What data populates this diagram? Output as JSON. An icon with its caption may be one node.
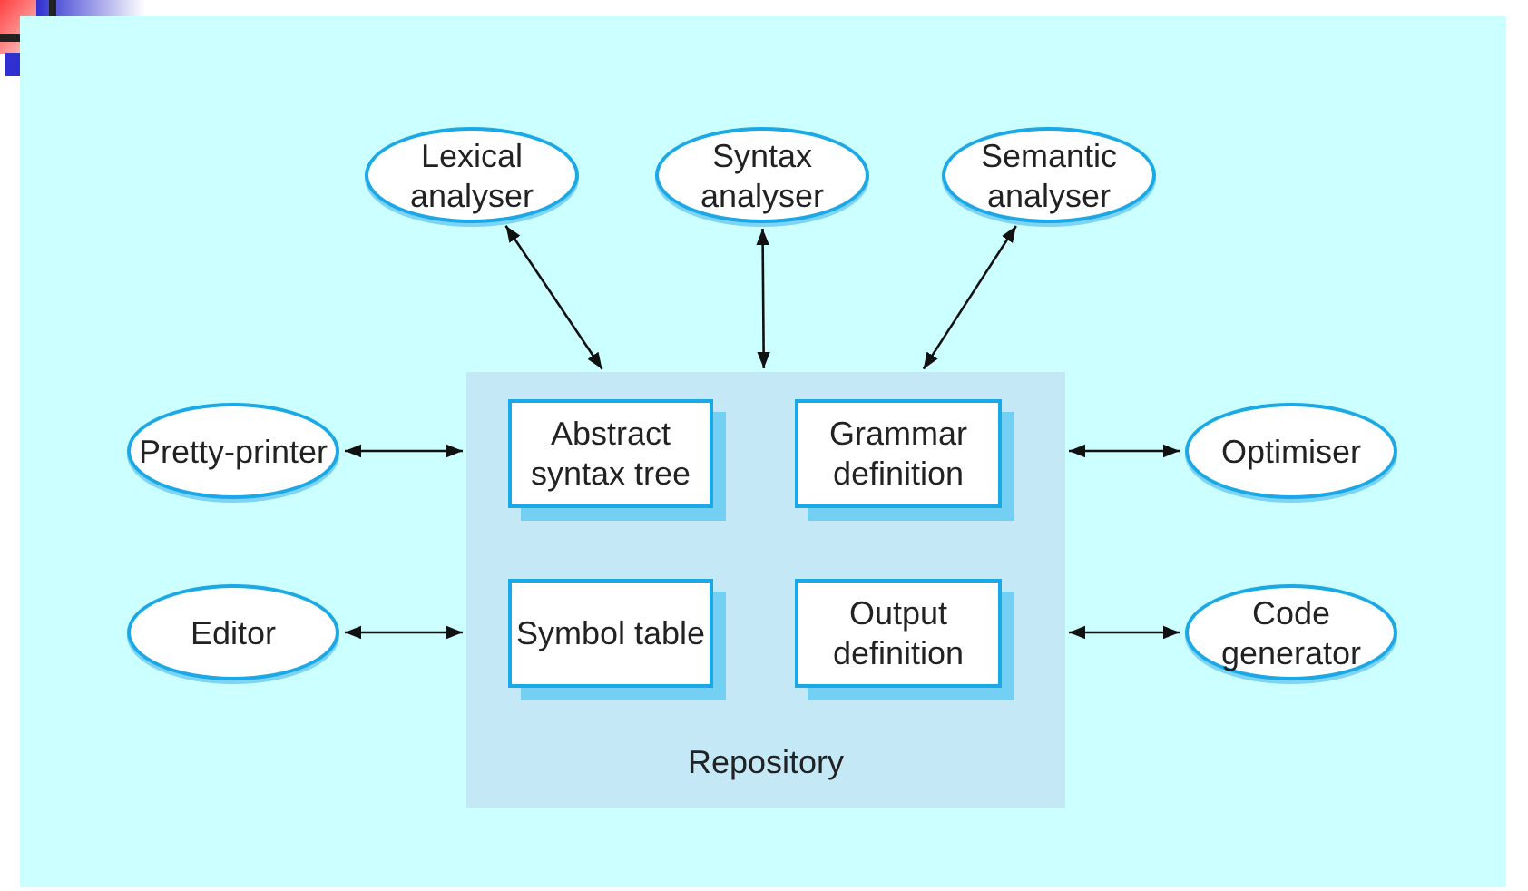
{
  "diagram": {
    "nodes": [
      {
        "text": [
          "Lexical analyser"
        ]
      },
      {
        "text": [
          "Syntax analyser"
        ]
      },
      {
        "text": [
          "Semantic analyser"
        ]
      },
      {
        "text": [
          "Repository"
        ]
      },
      {
        "text": [
          "Abstract syntax tree"
        ],
        "in": 3
      },
      {
        "text": [
          "Grammar definition"
        ],
        "in": 3
      },
      {
        "text": [
          "Symbol table"
        ],
        "in": 3
      },
      {
        "text": [
          "Output definition"
        ],
        "in": 3
      },
      {
        "text": [
          "Pretty-printer"
        ]
      },
      {
        "text": [
          "Editor"
        ]
      },
      {
        "text": [
          "Optimiser"
        ]
      },
      {
        "text": [
          "Code generator"
        ]
      }
    ],
    "edges": [
      {
        "from": 0,
        "to": 3,
        "arrow": "both"
      },
      {
        "from": 1,
        "to": 3,
        "arrow": "both"
      },
      {
        "from": 2,
        "to": 3,
        "arrow": "both"
      },
      {
        "from": 8,
        "to": 3,
        "arrow": "both"
      },
      {
        "from": 9,
        "to": 3,
        "arrow": "both"
      },
      {
        "from": 10,
        "to": 3,
        "arrow": "both"
      },
      {
        "from": 11,
        "to": 3,
        "arrow": "both"
      }
    ]
  }
}
